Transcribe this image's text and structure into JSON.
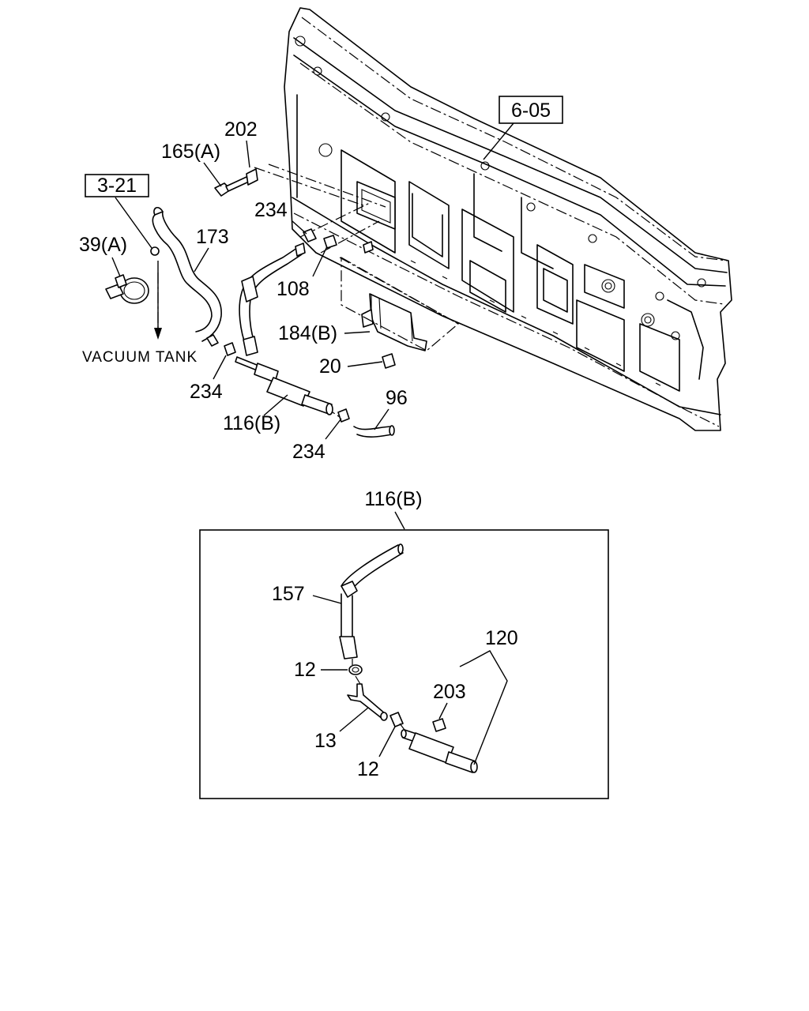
{
  "diagram": {
    "refs": {
      "ref_605": "6-05",
      "ref_321": "3-21"
    },
    "callouts": {
      "c202": "202",
      "c165a": "165(A)",
      "c234_top": "234",
      "c173": "173",
      "c39a": "39(A)",
      "c108": "108",
      "c184b": "184(B)",
      "c20": "20",
      "c234_left": "234",
      "c116b": "116(B)",
      "c96": "96",
      "c234_bottom": "234",
      "vacuum_tank": "VACUUM TANK"
    },
    "detail": {
      "title": "116(B)",
      "c157": "157",
      "c12_top": "12",
      "c120": "120",
      "c203": "203",
      "c13": "13",
      "c12_bottom": "12"
    }
  }
}
